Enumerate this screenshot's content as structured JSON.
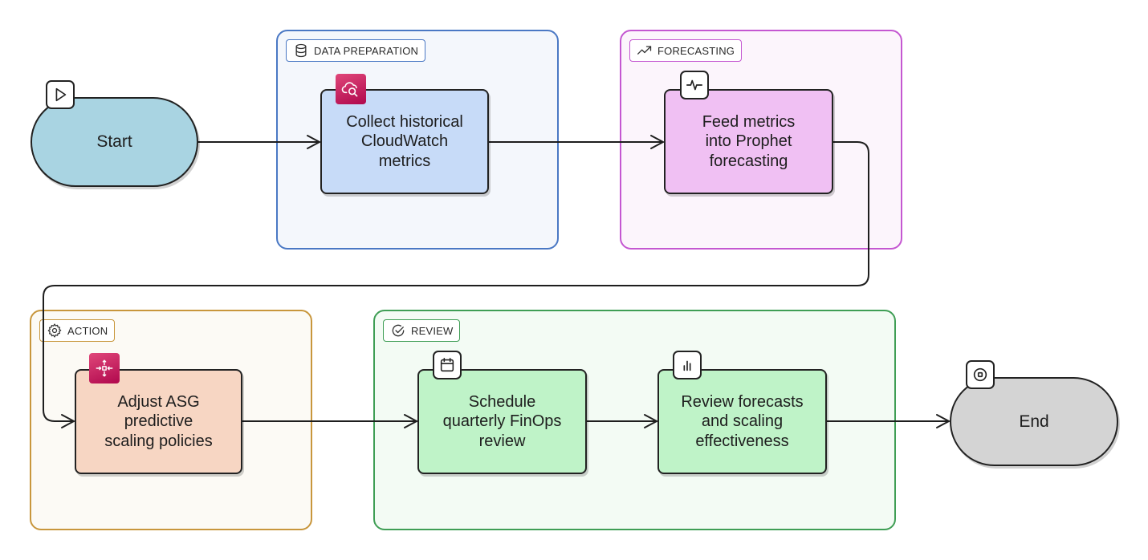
{
  "groups": {
    "data_preparation": {
      "label": "DATA PREPARATION",
      "icon": "database-icon",
      "border": "#4a78c4",
      "fill": "#f4f7fc"
    },
    "forecasting": {
      "label": "FORECASTING",
      "icon": "trend-up-icon",
      "border": "#c457d1",
      "fill": "#fcf5fc"
    },
    "action": {
      "label": "ACTION",
      "icon": "gear-icon",
      "border": "#c8963c",
      "fill": "#fcfaf5"
    },
    "review": {
      "label": "REVIEW",
      "icon": "check-circle-icon",
      "border": "#3f9e55",
      "fill": "#f3fbf4"
    }
  },
  "nodes": {
    "start": {
      "label": "Start",
      "icon": "play-icon",
      "fill": "#a9d4e2"
    },
    "collect": {
      "label": "Collect historical\nCloudWatch\nmetrics",
      "icon": "cloudwatch-icon",
      "fill": "#c7dbf8"
    },
    "feed": {
      "label": "Feed metrics\ninto Prophet\nforecasting",
      "icon": "activity-icon",
      "fill": "#f0c0f3"
    },
    "adjust": {
      "label": "Adjust ASG\npredictive\nscaling policies",
      "icon": "autoscaling-icon",
      "fill": "#f7d6c3"
    },
    "schedule": {
      "label": "Schedule\nquarterly FinOps\nreview",
      "icon": "calendar-icon",
      "fill": "#bff3c8"
    },
    "review_forecasts": {
      "label": "Review forecasts\nand scaling\neffectiveness",
      "icon": "bar-chart-icon",
      "fill": "#bff3c8"
    },
    "end": {
      "label": "End",
      "icon": "stop-icon",
      "fill": "#d4d4d4"
    }
  },
  "edges": [
    {
      "from": "start",
      "to": "collect"
    },
    {
      "from": "collect",
      "to": "feed"
    },
    {
      "from": "feed",
      "to": "adjust"
    },
    {
      "from": "adjust",
      "to": "schedule"
    },
    {
      "from": "schedule",
      "to": "review_forecasts"
    },
    {
      "from": "review_forecasts",
      "to": "end"
    }
  ],
  "colors": {
    "stroke": "#1e1e1e",
    "aws_badge": "#c7195a"
  }
}
